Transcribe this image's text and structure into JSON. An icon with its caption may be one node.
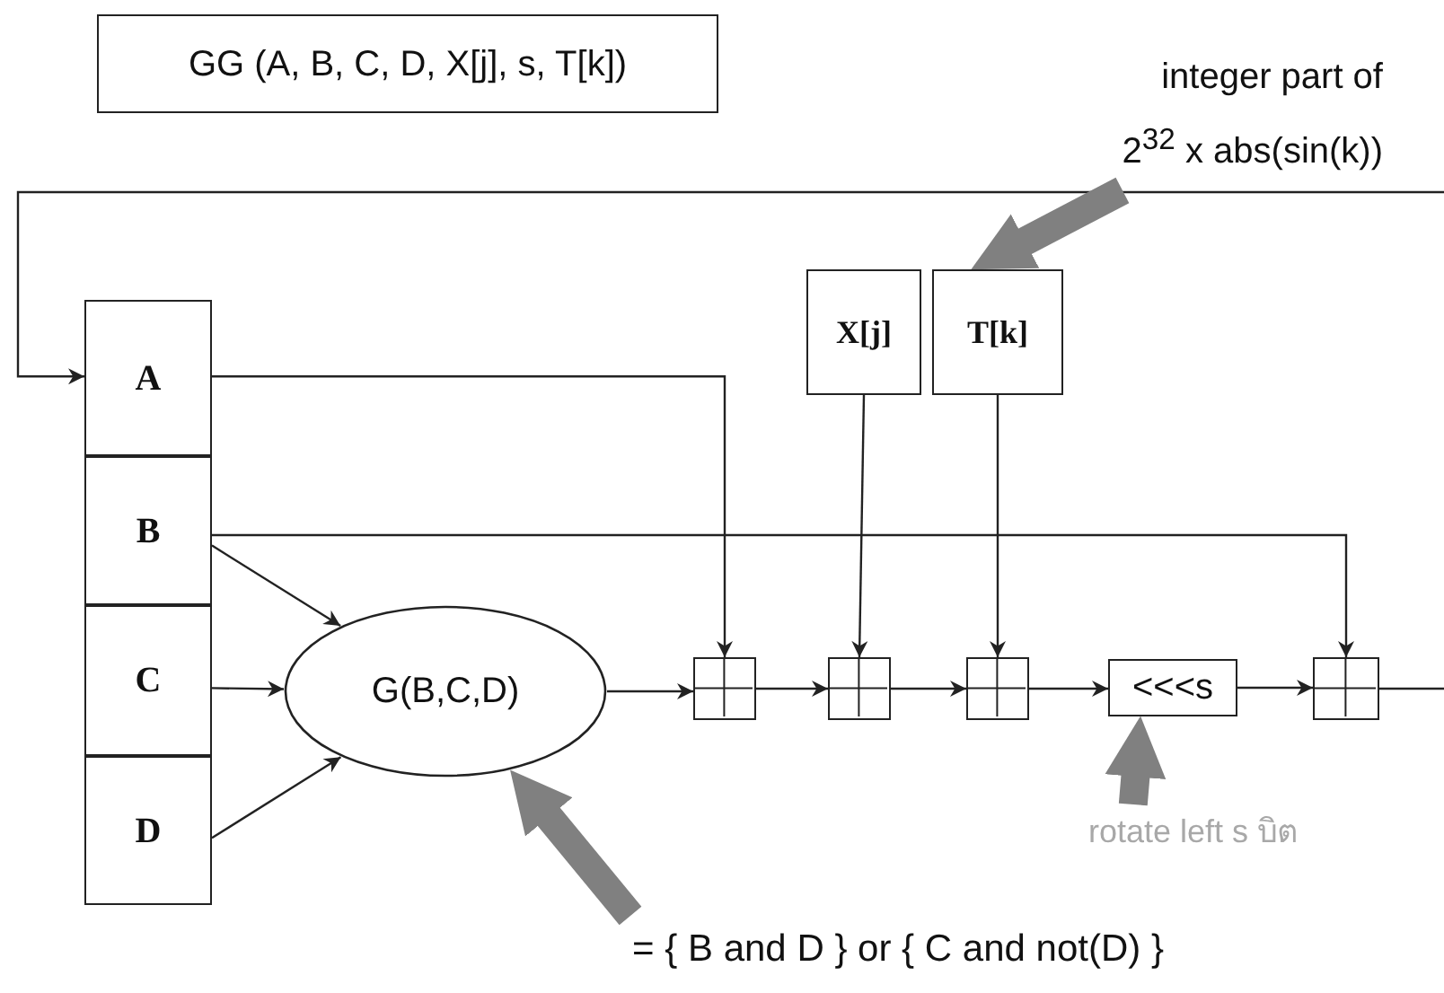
{
  "diagram": {
    "nodes": [
      {
        "text": [
          "GG (A, B, C, D, X[j], s, T[k])"
        ]
      },
      {
        "text": [
          "A"
        ]
      },
      {
        "text": [
          "B"
        ]
      },
      {
        "text": [
          "C"
        ]
      },
      {
        "text": [
          "D"
        ]
      },
      {
        "text": [
          "X[j]"
        ]
      },
      {
        "text": [
          "T[k]"
        ]
      },
      {
        "text": [
          "G(B,C,D)"
        ]
      },
      {
        "text": [],
        "shape": "box"
      },
      {
        "text": [],
        "shape": "box"
      },
      {
        "text": [],
        "shape": "box"
      },
      {
        "text": [
          "<<<s"
        ]
      },
      {
        "text": [],
        "shape": "box"
      },
      {
        "text": [
          "integer part of",
          "2$^{32}$ x abs(sin(k))"
        ]
      },
      {
        "text": [
          "= { B and D } or { C and not(D) }"
        ]
      },
      {
        "text": [
          "rotate left s บิต"
        ]
      }
    ],
    "edges": [
      {
        "from": 1,
        "to": 8,
        "arrow": "to"
      },
      {
        "from": 2,
        "to": 7,
        "arrow": "to"
      },
      {
        "from": 3,
        "to": 7,
        "arrow": "to"
      },
      {
        "from": 4,
        "to": 7,
        "arrow": "to"
      },
      {
        "from": 7,
        "to": 8,
        "arrow": "to"
      },
      {
        "from": 8,
        "to": 9,
        "arrow": "to"
      },
      {
        "from": 9,
        "to": 10,
        "arrow": "to"
      },
      {
        "from": 10,
        "to": 11,
        "arrow": "to"
      },
      {
        "from": 11,
        "to": 12,
        "arrow": "to"
      },
      {
        "from": 5,
        "to": 9,
        "arrow": "to"
      },
      {
        "from": 6,
        "to": 10,
        "arrow": "to"
      },
      {
        "from": 2,
        "to": 12,
        "arrow": "to"
      },
      {
        "from": 12,
        "to": null,
        "arrow": "none"
      },
      {
        "from": null,
        "to": 1,
        "arrow": "to"
      },
      {
        "from": 13,
        "to": 6,
        "arrow": "to",
        "style": "thick",
        "color": "#808080"
      },
      {
        "from": 14,
        "to": 7,
        "arrow": "to",
        "style": "thick",
        "color": "#808080"
      },
      {
        "from": 15,
        "to": 11,
        "arrow": "to",
        "style": "thick",
        "color": "#808080"
      }
    ]
  }
}
